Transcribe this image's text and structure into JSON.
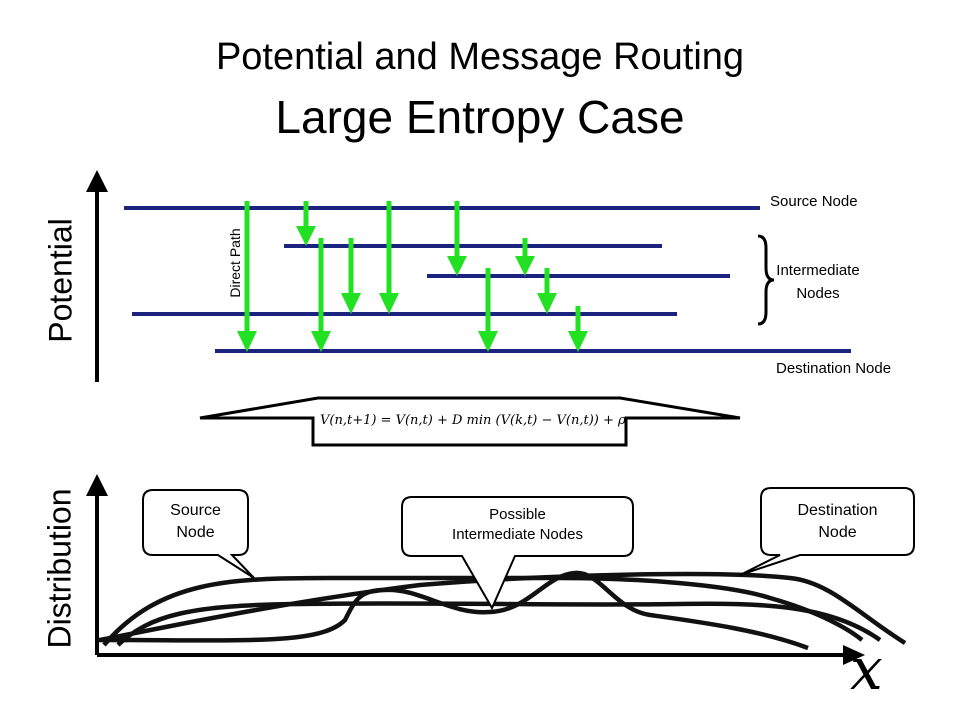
{
  "title": "Potential and Message Routing",
  "subtitle": "Large Entropy Case",
  "potential_panel": {
    "axis_label": "Potential",
    "labels": {
      "source_node": "Source Node",
      "intermediate_nodes": "Intermediate\nNodes",
      "destination_node": "Destination Node",
      "direct_path": "Direct Path"
    }
  },
  "formula": "V(n,t+1) = V(n,t) + D min (V(k,t) − V(n,t)) + ρ",
  "distribution_panel": {
    "axis_label": "Distribution",
    "x_label": "x",
    "callouts": {
      "source": "Source\nNode",
      "intermediate": "Possible\nIntermediate Nodes",
      "destination": "Destination\nNode"
    }
  },
  "colors": {
    "line": "#1a237e",
    "arrow": "#22e022",
    "axis": "#000000"
  }
}
